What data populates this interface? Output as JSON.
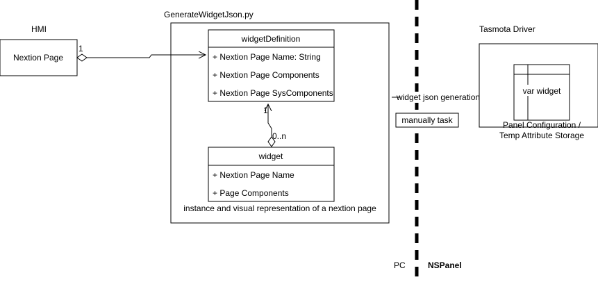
{
  "labels": {
    "hmi": "HMI",
    "generator": "GenerateWidgetJson.py",
    "tasmota": "Tasmota Driver",
    "pc": "PC",
    "nspanel": "NSPanel"
  },
  "nextion_page": {
    "title": "Nextion Page"
  },
  "widget_definition": {
    "title": "widgetDefinition",
    "attributes": [
      "+ Nextion Page Name: String",
      "+ Nextion Page Components",
      "+ Nextion Page SysComponents"
    ]
  },
  "widget": {
    "title": "widget",
    "attributes": [
      "+ Nextion Page Name",
      "+ Page Components"
    ]
  },
  "widget_caption": "instance and visual representation of a nextion page",
  "multiplicity": {
    "hmi_side": "1",
    "definition_side": "1",
    "widget_side": "0..n"
  },
  "generation_call": "widget json generation()",
  "manual_task": "manually task",
  "tasmota_storage": {
    "variable": "var widget",
    "caption_line1": "Panel Configuration /",
    "caption_line2": "Temp Attribute Storage"
  }
}
